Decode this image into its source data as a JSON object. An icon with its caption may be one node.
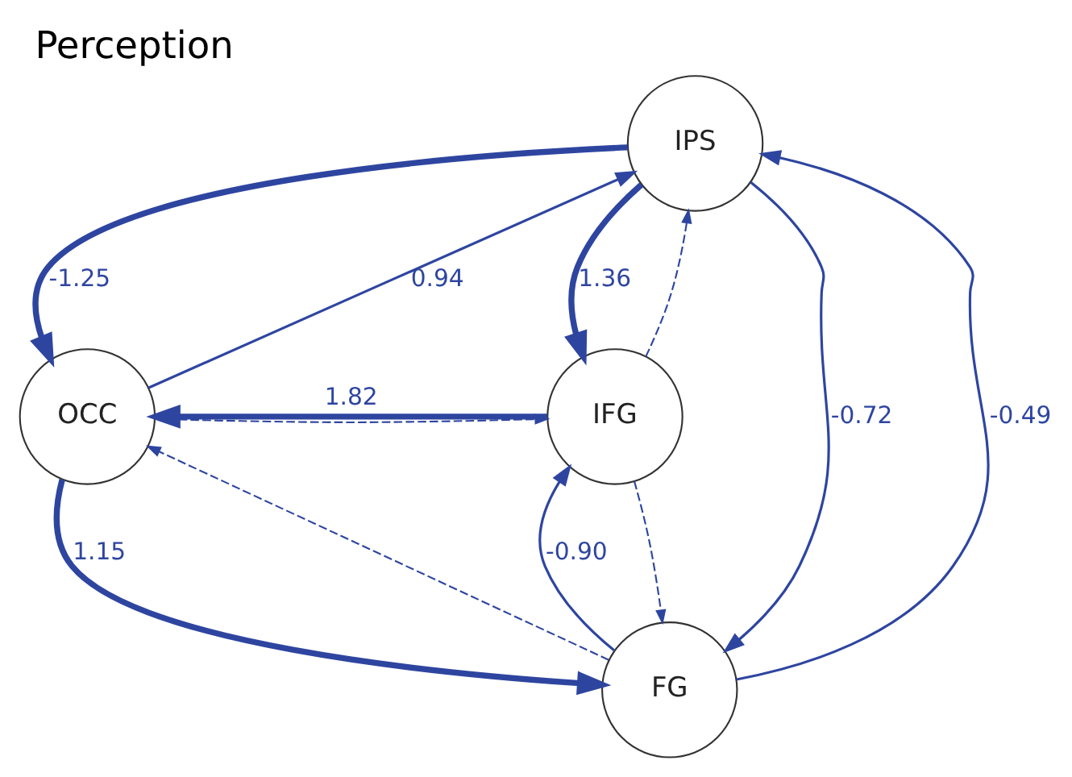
{
  "diagram": {
    "title": "Perception",
    "nodes": [
      {
        "text": [
          "IPS"
        ]
      },
      {
        "text": [
          "OCC"
        ]
      },
      {
        "text": [
          "IFG"
        ]
      },
      {
        "text": [
          "FG"
        ]
      }
    ],
    "edges": [
      {
        "from": 0,
        "to": 1,
        "arrow": "to",
        "label": "-1.25",
        "style": "thick"
      },
      {
        "from": 1,
        "to": 0,
        "arrow": "to",
        "label": "0.94"
      },
      {
        "from": 0,
        "to": 2,
        "arrow": "to",
        "label": "1.36",
        "style": "thick"
      },
      {
        "from": 2,
        "to": 0,
        "arrow": "to",
        "style": "dashed"
      },
      {
        "from": 2,
        "to": 1,
        "arrow": "to",
        "label": "1.82",
        "style": "thick"
      },
      {
        "from": 1,
        "to": 2,
        "arrow": "to",
        "style": "dashed"
      },
      {
        "from": 1,
        "to": 3,
        "arrow": "to",
        "label": "1.15",
        "style": "thick"
      },
      {
        "from": 3,
        "to": 1,
        "arrow": "to",
        "style": "dashed"
      },
      {
        "from": 0,
        "to": 3,
        "arrow": "to",
        "label": "-0.72"
      },
      {
        "from": 3,
        "to": 0,
        "arrow": "to",
        "label": "-0.49"
      },
      {
        "from": 3,
        "to": 2,
        "arrow": "to",
        "label": "-0.90"
      },
      {
        "from": 2,
        "to": 3,
        "arrow": "to",
        "style": "dashed"
      }
    ]
  }
}
